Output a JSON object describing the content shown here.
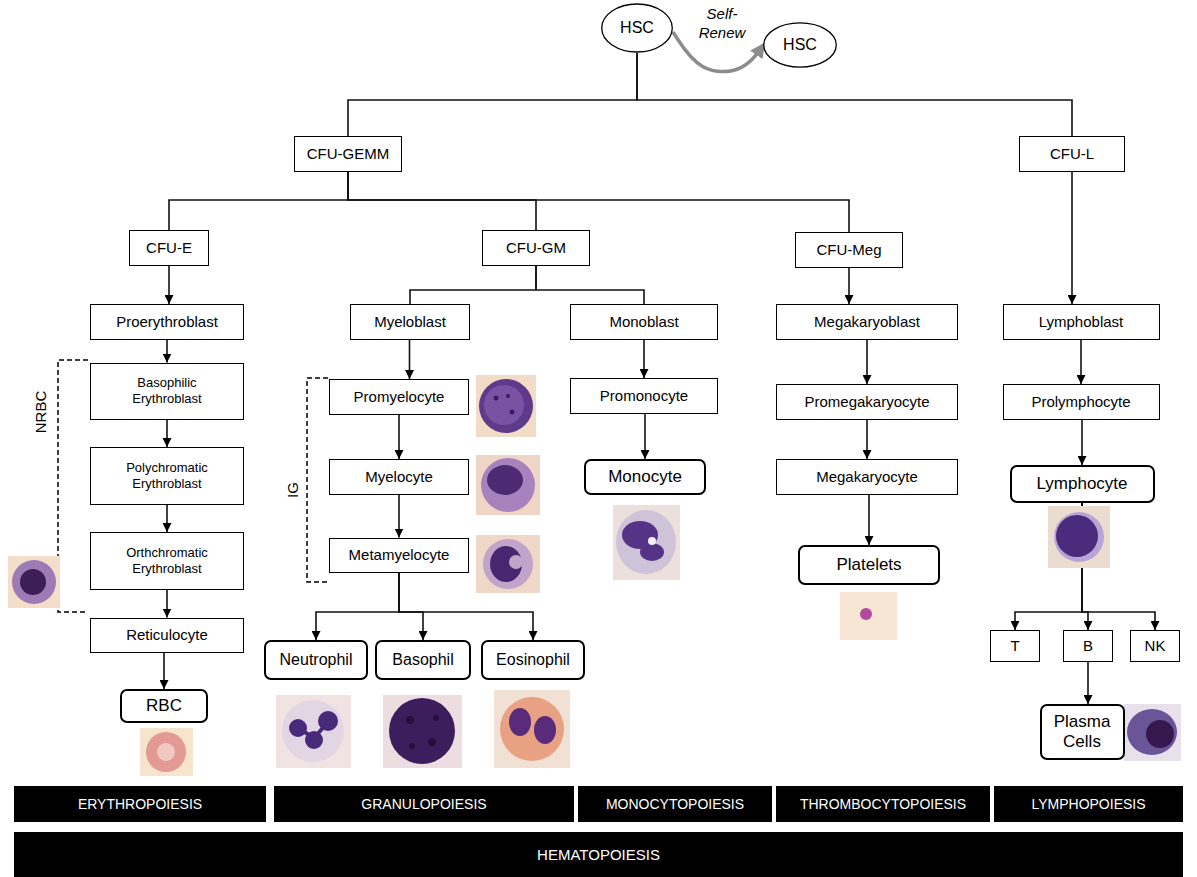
{
  "diagram": {
    "nodes": [
      {
        "text": [
          "HSC"
        ]
      },
      {
        "text": [
          "HSC"
        ]
      },
      {
        "text": [
          "CFU-GEMM"
        ]
      },
      {
        "text": [
          "CFU-L"
        ]
      },
      {
        "text": [
          "CFU-E"
        ]
      },
      {
        "text": [
          "CFU-GM"
        ]
      },
      {
        "text": [
          "CFU-Meg"
        ]
      },
      {
        "text": [
          "Proerythroblast"
        ]
      },
      {
        "text": [
          "Myeloblast"
        ]
      },
      {
        "text": [
          "Monoblast"
        ]
      },
      {
        "text": [
          "Megakaryoblast"
        ]
      },
      {
        "text": [
          "Lymphoblast"
        ]
      },
      {
        "text": [
          "Basophilic Erythroblast"
        ]
      },
      {
        "text": [
          "Promyelocyte"
        ]
      },
      {
        "text": [
          "Promonocyte"
        ]
      },
      {
        "text": [
          "Promegakaryocyte"
        ]
      },
      {
        "text": [
          "Prolymphocyte"
        ]
      },
      {
        "text": [
          "Polychromatic Erythroblast"
        ]
      },
      {
        "text": [
          "Myelocyte"
        ]
      },
      {
        "text": [
          "Monocyte"
        ]
      },
      {
        "text": [
          "Megakaryocyte"
        ]
      },
      {
        "text": [
          "Lymphocyte"
        ]
      },
      {
        "text": [
          "Orthchromatic Erythroblast"
        ]
      },
      {
        "text": [
          "Metamyelocyte"
        ]
      },
      {
        "text": [
          "Platelets"
        ]
      },
      {
        "text": [
          "Reticulocyte"
        ]
      },
      {
        "text": [
          "T"
        ]
      },
      {
        "text": [
          "B"
        ]
      },
      {
        "text": [
          "NK"
        ]
      },
      {
        "text": [
          "Neutrophil"
        ]
      },
      {
        "text": [
          "Basophil"
        ]
      },
      {
        "text": [
          "Eosinophil"
        ]
      },
      {
        "text": [
          "RBC"
        ]
      },
      {
        "text": [
          "Plasma Cells"
        ]
      },
      {
        "text": [
          "ERYTHROPOIESIS"
        ]
      },
      {
        "text": [
          "GRANULOPOIESIS"
        ]
      },
      {
        "text": [
          "MONOCYTOPOIESIS"
        ]
      },
      {
        "text": [
          "THROMBOCYTOPOIESIS"
        ]
      },
      {
        "text": [
          "LYMPHOPOIESIS"
        ]
      },
      {
        "text": [
          "HEMATOPOIESIS"
        ]
      }
    ],
    "edges": [
      {
        "from": 0,
        "to": 1,
        "arrow": "to",
        "label": "Self-Renew"
      },
      {
        "from": 0,
        "to": 2,
        "arrow": "none"
      },
      {
        "from": 0,
        "to": 3,
        "arrow": "none"
      },
      {
        "from": 2,
        "to": 4,
        "arrow": "none"
      },
      {
        "from": 2,
        "to": 5,
        "arrow": "none"
      },
      {
        "from": 2,
        "to": 6,
        "arrow": "none"
      },
      {
        "from": 3,
        "to": 11,
        "arrow": "to"
      },
      {
        "from": 4,
        "to": 7,
        "arrow": "to"
      },
      {
        "from": 7,
        "to": 12,
        "arrow": "to"
      },
      {
        "from": 12,
        "to": 17,
        "arrow": "to"
      },
      {
        "from": 17,
        "to": 22,
        "arrow": "to"
      },
      {
        "from": 22,
        "to": 25,
        "arrow": "to"
      },
      {
        "from": 25,
        "to": 32,
        "arrow": "to"
      },
      {
        "from": 5,
        "to": 8,
        "arrow": "none"
      },
      {
        "from": 5,
        "to": 9,
        "arrow": "none"
      },
      {
        "from": 8,
        "to": 13,
        "arrow": "to"
      },
      {
        "from": 13,
        "to": 18,
        "arrow": "to"
      },
      {
        "from": 18,
        "to": 23,
        "arrow": "to"
      },
      {
        "from": 23,
        "to": 29,
        "arrow": "to"
      },
      {
        "from": 23,
        "to": 30,
        "arrow": "to"
      },
      {
        "from": 23,
        "to": 31,
        "arrow": "to"
      },
      {
        "from": 9,
        "to": 14,
        "arrow": "to"
      },
      {
        "from": 14,
        "to": 19,
        "arrow": "to"
      },
      {
        "from": 6,
        "to": 10,
        "arrow": "to"
      },
      {
        "from": 10,
        "to": 15,
        "arrow": "to"
      },
      {
        "from": 15,
        "to": 20,
        "arrow": "to"
      },
      {
        "from": 20,
        "to": 24,
        "arrow": "to"
      },
      {
        "from": 11,
        "to": 16,
        "arrow": "to"
      },
      {
        "from": 16,
        "to": 21,
        "arrow": "to"
      },
      {
        "from": 21,
        "to": 26,
        "arrow": "to"
      },
      {
        "from": 21,
        "to": 27,
        "arrow": "to"
      },
      {
        "from": 21,
        "to": 28,
        "arrow": "to"
      },
      {
        "from": 27,
        "to": 33,
        "arrow": "to"
      }
    ],
    "labels": [
      "NRBC",
      "IG"
    ]
  }
}
